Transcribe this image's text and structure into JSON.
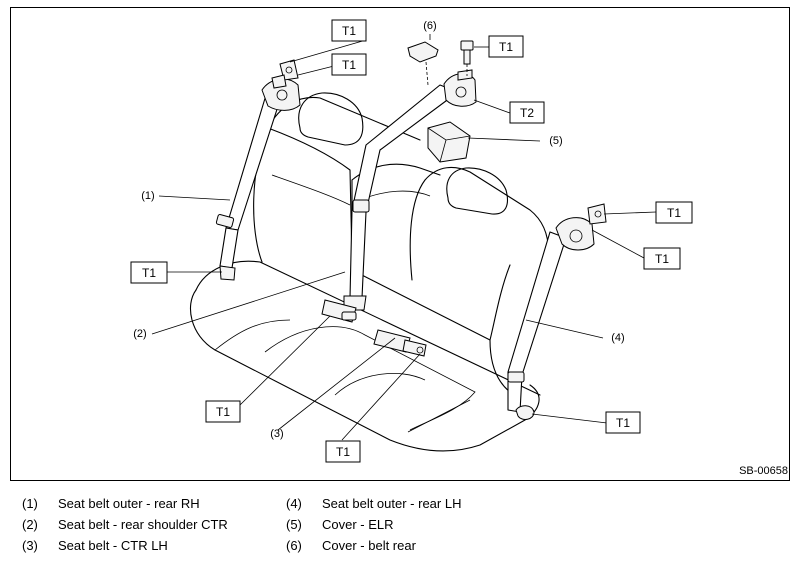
{
  "diagram": {
    "figure_code": "SB-00658",
    "torque_labels": {
      "t1": "T1",
      "t2": "T2"
    },
    "callouts": [
      "(1)",
      "(2)",
      "(3)",
      "(4)",
      "(5)",
      "(6)"
    ]
  },
  "legend": [
    {
      "num": "(1)",
      "text": "Seat belt outer - rear RH"
    },
    {
      "num": "(2)",
      "text": "Seat belt - rear shoulder CTR"
    },
    {
      "num": "(3)",
      "text": "Seat belt - CTR LH"
    },
    {
      "num": "(4)",
      "text": "Seat belt outer - rear LH"
    },
    {
      "num": "(5)",
      "text": "Cover - ELR"
    },
    {
      "num": "(6)",
      "text": "Cover - belt rear"
    }
  ]
}
